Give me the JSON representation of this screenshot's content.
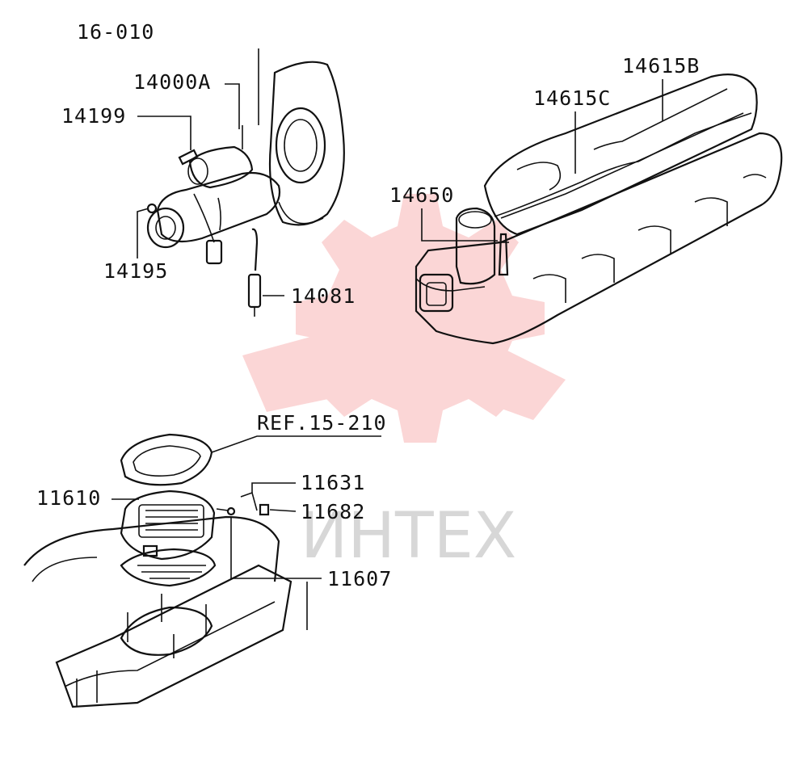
{
  "diagram": {
    "page_code": "16-010",
    "parts": {
      "p14000A": "14000A",
      "p14199": "14199",
      "p14195": "14195",
      "p14081": "14081",
      "p14650": "14650",
      "p14615C": "14615C",
      "p14615B": "14615B",
      "ref": "REF.15-210",
      "p11631": "11631",
      "p11610": "11610",
      "p11682": "11682",
      "p11607": "11607"
    },
    "watermark_text": "ИНТЕХ",
    "colors": {
      "line": "#111111",
      "watermark_red": "#f04848"
    }
  }
}
